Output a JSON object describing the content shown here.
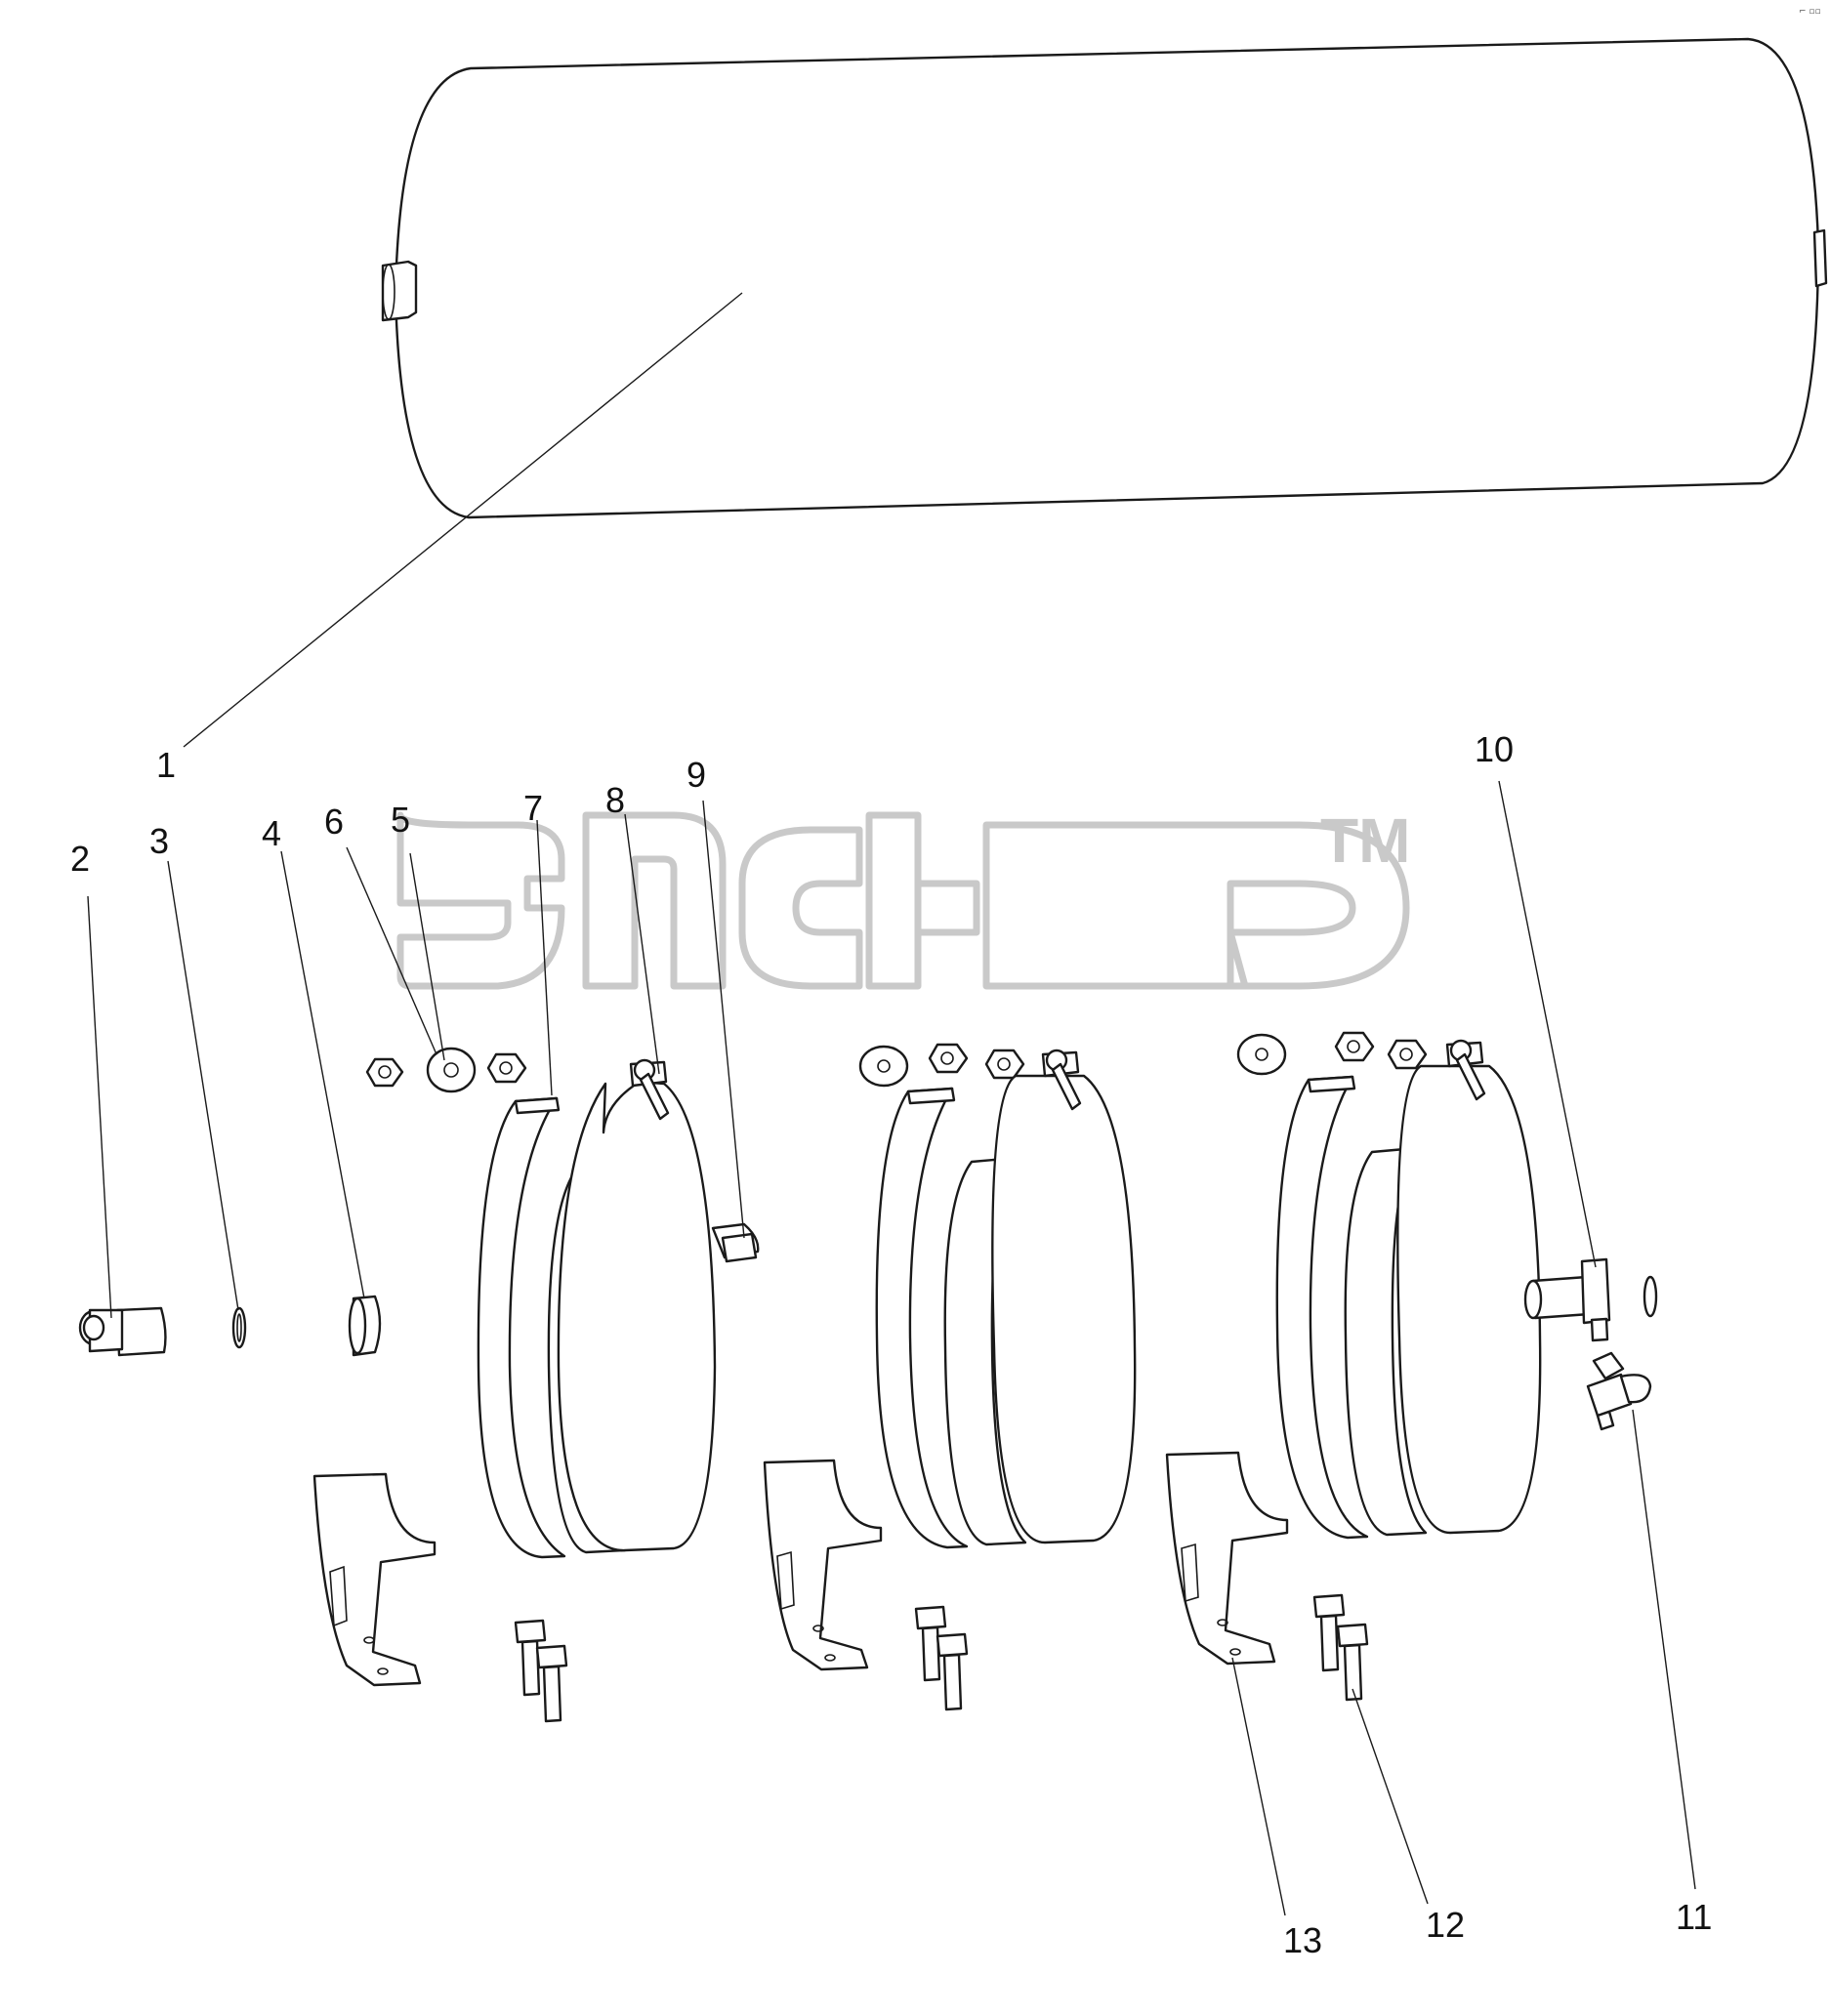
{
  "diagram": {
    "callouts": [
      "1",
      "2",
      "3",
      "4",
      "5",
      "6",
      "7",
      "8",
      "9",
      "10",
      "11",
      "12",
      "13"
    ],
    "watermark": {
      "trademark": "TM"
    },
    "corner_mark": "⌐ ▫▫"
  }
}
